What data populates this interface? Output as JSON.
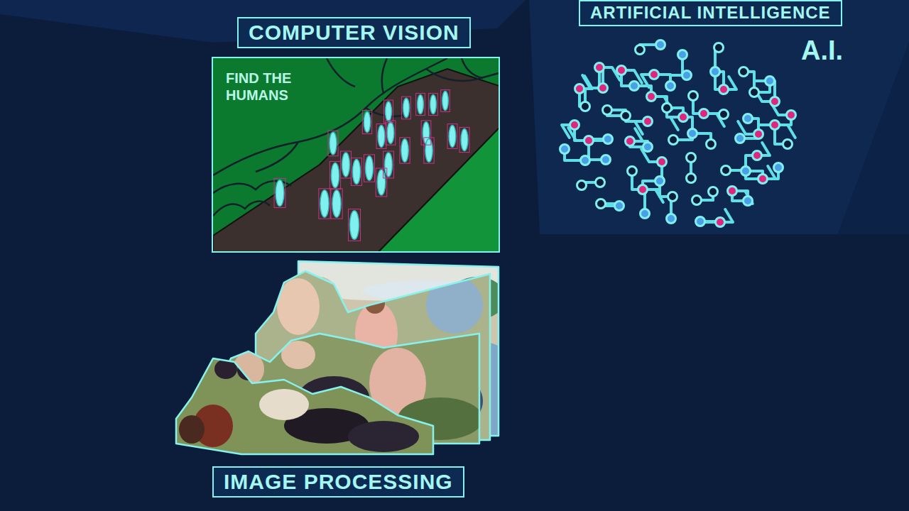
{
  "diagram": {
    "nodes": [
      {
        "text": [
          "ARTIFICIAL INTELLIGENCE"
        ]
      },
      {
        "text": [
          "COMPUTER VISION"
        ]
      },
      {
        "text": [
          "FIND THE HUMANS"
        ]
      },
      {
        "text": [
          "IMAGE PROCESSING"
        ]
      }
    ],
    "labels": [
      "A.I."
    ]
  }
}
